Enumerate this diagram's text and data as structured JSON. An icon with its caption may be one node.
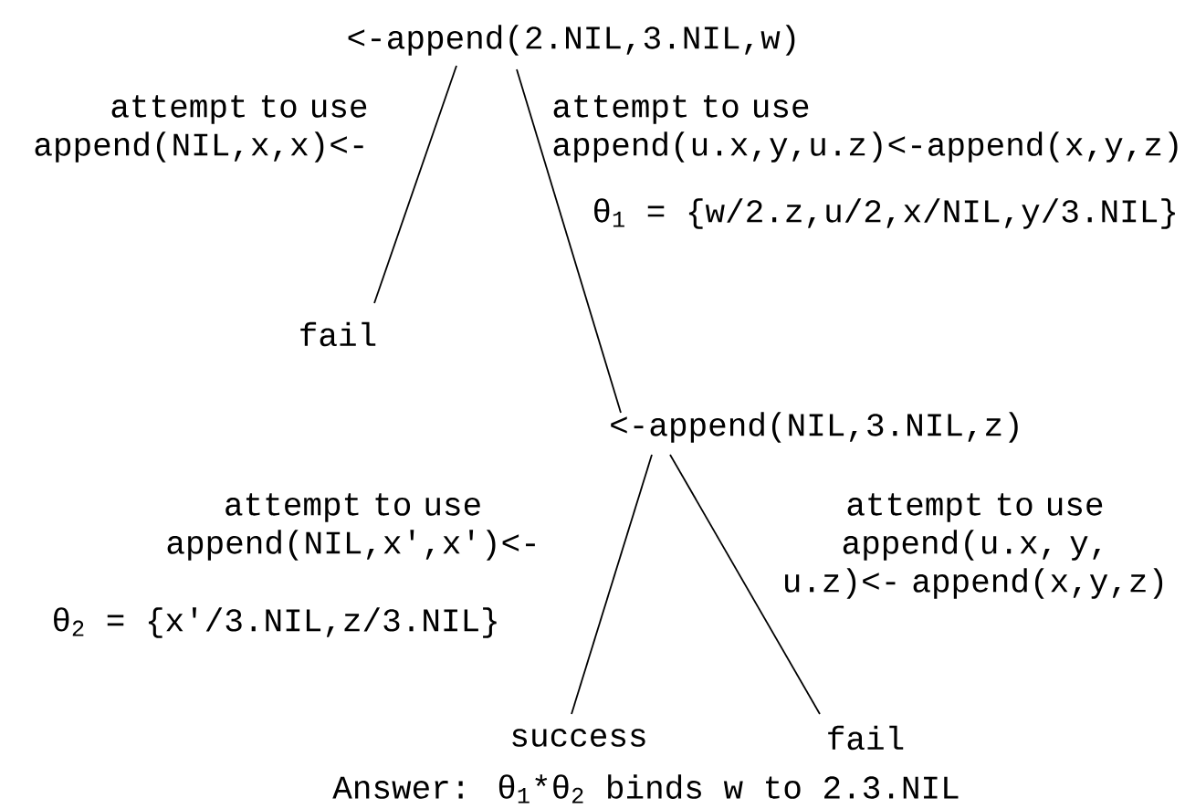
{
  "diagram": {
    "nodes": [
      {
        "text": [
          "<-append(2.NIL,3.NIL,w)"
        ]
      },
      {
        "text": [
          "fail"
        ]
      },
      {
        "text": [
          "<-append(NIL,3.NIL,z)"
        ]
      },
      {
        "text": [
          "success"
        ]
      },
      {
        "text": [
          "fail"
        ]
      }
    ],
    "edges": [
      {
        "from": 0,
        "to": 1,
        "arrow": "none",
        "label": "attempt to use append(NIL,x,x)<-"
      },
      {
        "from": 0,
        "to": 2,
        "arrow": "none",
        "label": "attempt to use append(u.x,y,u.z)<-append(x,y,z)"
      },
      {
        "from": 2,
        "to": 3,
        "arrow": "none",
        "label": "attempt to use append(NIL,x',x')<-"
      },
      {
        "from": 2,
        "to": 4,
        "arrow": "none",
        "label": "attempt to use append(u.x, y, u.z)<- append(x,y,z)"
      }
    ],
    "labels": [
      "θ$_{1}$ = {w/2.z,u/2,x/NIL,y/3.NIL}",
      "θ$_{2}$ = {x'/3.NIL,z/3.NIL}",
      "Answer: θ$_{1}$*θ$_{2}$ binds w to 2.3.NIL"
    ]
  }
}
